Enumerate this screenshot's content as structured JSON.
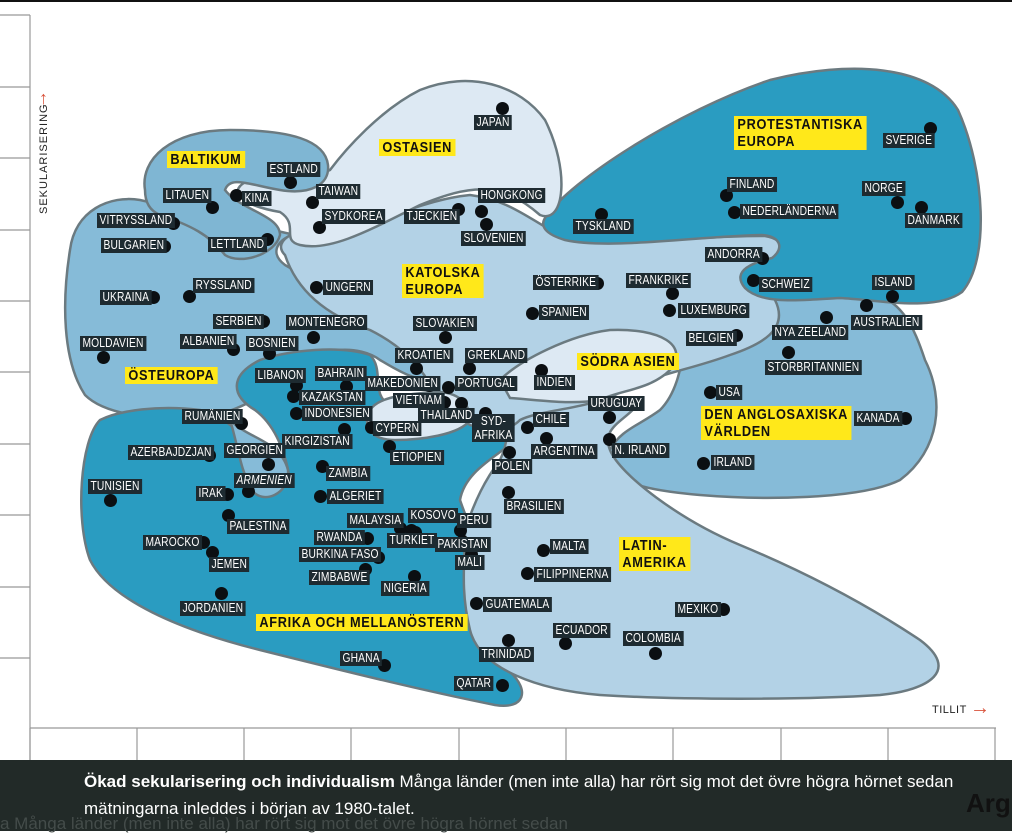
{
  "axes": {
    "y_label": "SEKULARISERING",
    "x_label": "TILLIT",
    "arrow_up": "↑",
    "arrow_right": "→"
  },
  "regions": {
    "baltikum": [
      "BALTIKUM"
    ],
    "ostasien": [
      "OSTASIEN"
    ],
    "protestantiska": [
      "PROTESTANTISKA",
      "EUROPA"
    ],
    "katolska": [
      "KATOLSKA",
      "EUROPA"
    ],
    "osteuropa": [
      "ÖSTEUROPA"
    ],
    "sodra_asien": [
      "SÖDRA ASIEN"
    ],
    "anglosaxiska": [
      "DEN ANGLOSAXISKA",
      "VÄRLDEN"
    ],
    "latinamerika": [
      "LATIN-",
      "AMERIKA"
    ],
    "afrika": [
      "AFRIKA OCH MELLANÖSTERN"
    ]
  },
  "countries": [
    "JAPAN",
    "ESTLAND",
    "KINA",
    "TAIWAN",
    "SYDKOREA",
    "LITAUEN",
    "VITRYSSLAND",
    "BULGARIEN",
    "LETTLAND",
    "TJECKIEN",
    "HONGKONG",
    "SLOVENIEN",
    "UNGERN",
    "RYSSLAND",
    "UKRAINA",
    "SERBIEN",
    "MONTENEGRO",
    "ALBANIEN",
    "BOSNIEN",
    "MOLDAVIEN",
    "SLOVAKIEN",
    "KROATIEN",
    "GREKLAND",
    "LIBANON",
    "BAHRAIN",
    "KAZAKSTAN",
    "INDONESIEN",
    "MAKEDONIEN",
    "PORTUGAL",
    "VIETNAM",
    "THAILAND",
    "CYPERN",
    "SYD-AFRIKA",
    "KIRGIZISTAN",
    "RUMÄNIEN",
    "ETIOPIEN",
    "GEORGIEN",
    "AZERBAJDZJAN",
    "ZAMBIA",
    "ARMENIEN",
    "TUNISIEN",
    "IRAK",
    "ALGERIET",
    "PALESTINA",
    "MALAYSIA",
    "KOSOVO",
    "PERU",
    "TURKIET",
    "RWANDA",
    "PAKISTAN",
    "MALI",
    "BURKINA FASO",
    "MAROCKO",
    "JEMEN",
    "ZIMBABWE",
    "NIGERIA",
    "JORDANIEN",
    "GHANA",
    "QATAR",
    "TYSKLAND",
    "FINLAND",
    "NEDERLÄNDERNA",
    "SVERIGE",
    "NORGE",
    "DANMARK",
    "ANDORRA",
    "SCHWEIZ",
    "ISLAND",
    "ÖSTERRIKE",
    "FRANKRIKE",
    "SPANIEN",
    "LUXEMBURG",
    "BELGIEN",
    "NYA ZEELAND",
    "AUSTRALIEN",
    "STORBRITANNIEN",
    "INDIEN",
    "USA",
    "KANADA",
    "URUGUAY",
    "CHILE",
    "ARGENTINA",
    "N. IRLAND",
    "IRLAND",
    "POLEN",
    "BRASILIEN",
    "MALTA",
    "FILIPPINERNA",
    "GUATEMALA",
    "MEXIKO",
    "ECUADOR",
    "COLOMBIA",
    "TRINIDAD"
  ],
  "caption": {
    "bold": "Ökad sekularisering och individualism",
    "text": " Många länder (men inte alla) har rört sig mot det övre högra hörnet sedan mätningarna inleddes i början av 1980-talet.",
    "ghost": "a Många länder (men inte alla) har rört sig mot det övre högra hörnet sedan",
    "ghost_right": "Arg"
  },
  "colors": {
    "dark": "#2a9cc1",
    "mid": "#86bbd8",
    "light": "#b3d2e6",
    "lightest": "#dde9f3",
    "label_bg": "#1e2b31",
    "highlight": "#ffe81a",
    "arrow": "#d9533b"
  }
}
